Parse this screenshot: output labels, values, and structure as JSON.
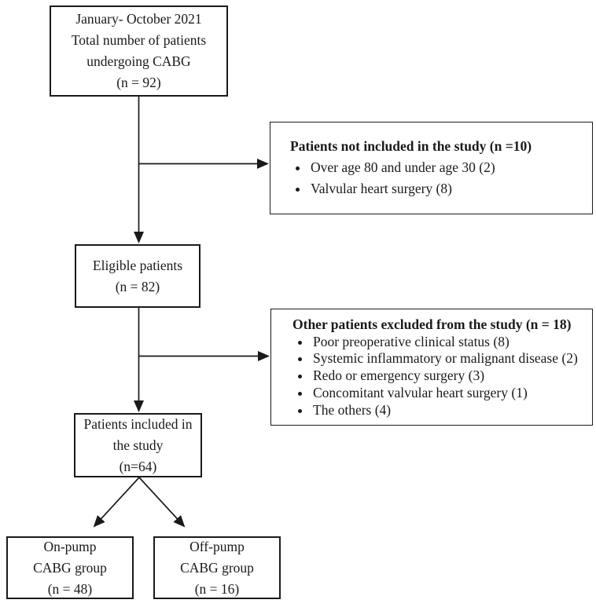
{
  "flowchart": {
    "boxes": {
      "total": {
        "text": "January- October 2021\nTotal number of patients\nundergoing CABG\n(n = 92)"
      },
      "not_included": {
        "title": "Patients not included in the study (n =10)",
        "items": [
          "Over age 80 and under age 30 (2)",
          "Valvular heart surgery (8)"
        ]
      },
      "eligible": {
        "text": "Eligible patients\n(n = 82)"
      },
      "excluded": {
        "title": "Other patients excluded from the study (n = 18)",
        "items": [
          "Poor preoperative clinical status (8)",
          "Systemic inflammatory or malignant disease  (2)",
          "Redo or emergency surgery (3)",
          "Concomitant valvular heart surgery (1)",
          "The others (4)"
        ]
      },
      "included": {
        "text": "Patients included in\nthe study\n(n=64)"
      },
      "on_pump": {
        "text": "On-pump\nCABG group\n(n = 48)"
      },
      "off_pump": {
        "text": "Off-pump\nCABG group\n(n = 16)"
      }
    },
    "colors": {
      "line": "#1a1a1a",
      "box_border": "#1a1a1a",
      "background": "#ffffff",
      "text": "#1a1a1a"
    }
  }
}
